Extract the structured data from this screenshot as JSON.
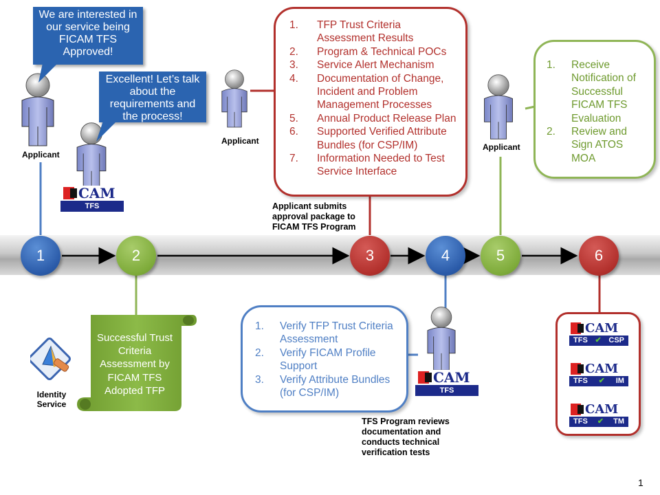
{
  "bubbles": {
    "applicant_request": "We are interested in our service being FICAM TFS Approved!",
    "tfs_reply": "Excellent!  Let’s talk about the requirements and the process!"
  },
  "labels": {
    "applicant": "Applicant",
    "identity_service": "Identity Service"
  },
  "logo": {
    "wordmark": "CAM",
    "band": "TFS"
  },
  "steps": [
    "1",
    "2",
    "3",
    "4",
    "5",
    "6"
  ],
  "approval_package": {
    "items": [
      {
        "num": "1.",
        "text": "TFP Trust  Criteria Assessment Results"
      },
      {
        "num": "2.",
        "text": "Program & Technical POCs"
      },
      {
        "num": "3.",
        "text": "Service Alert Mechanism"
      },
      {
        "num": "4.",
        "text": "Documentation of Change, Incident  and Problem Management Processes"
      },
      {
        "num": "5.",
        "text": "Annual Product Release Plan"
      },
      {
        "num": "6.",
        "text": "Supported Verified Attribute Bundles (for CSP/IM)"
      },
      {
        "num": "7.",
        "text": "Information  Needed to Test Service Interface"
      }
    ],
    "caption": "Applicant submits approval package to FICAM TFS Program"
  },
  "notification": {
    "items": [
      {
        "num": "1.",
        "text": "Receive Notification of Successful FICAM TFS Evaluation"
      },
      {
        "num": "2.",
        "text": "Review and Sign ATOS MOA"
      }
    ]
  },
  "scroll": {
    "text": "Successful Trust Criteria Assessment by FICAM TFS Adopted TFP"
  },
  "verification": {
    "items": [
      {
        "num": "1.",
        "text": "Verify TFP Trust Criteria Assessment"
      },
      {
        "num": "2.",
        "text": "Verify FICAM Profile Support"
      },
      {
        "num": "3.",
        "text": "Verify Attribute Bundles (for CSP/IM)"
      }
    ],
    "caption": "TFS Program reviews documentation and conducts  technical verification tests"
  },
  "approvals": [
    {
      "left": "TFS",
      "right": "CSP"
    },
    {
      "left": "TFS",
      "right": "IM"
    },
    {
      "left": "TFS",
      "right": "TM"
    }
  ],
  "colors": {
    "blue": "#2b64b0",
    "green": "#7eab3a",
    "red": "#b2302c",
    "navy": "#1c2a8a"
  },
  "page_number": "1"
}
